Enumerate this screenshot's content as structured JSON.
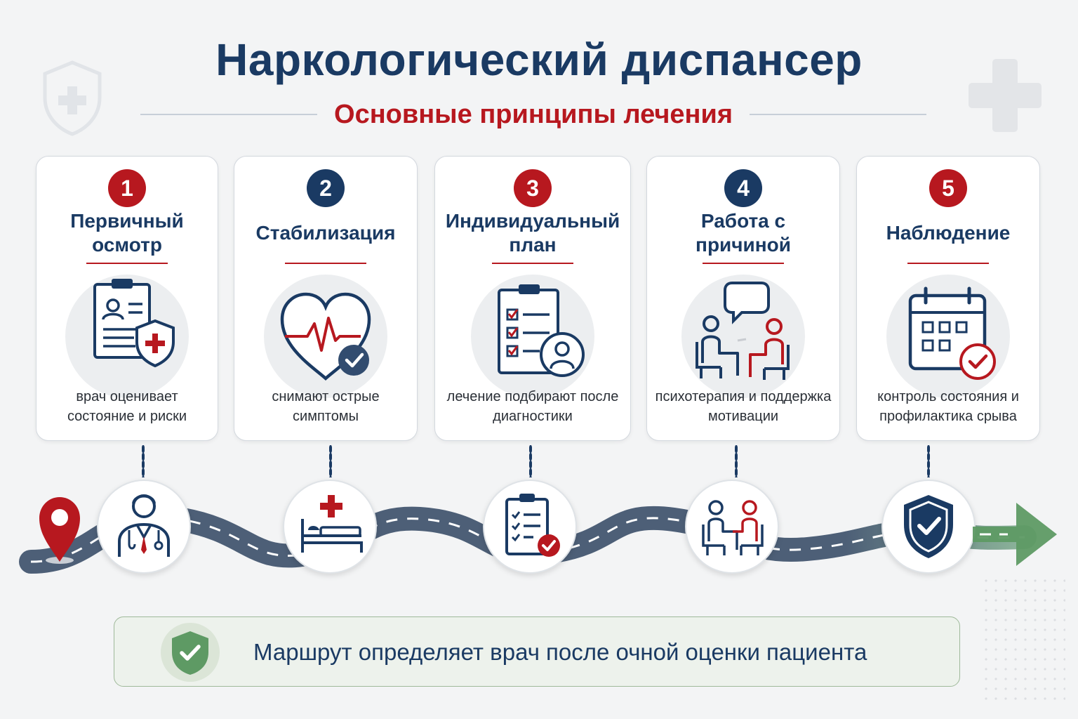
{
  "header": {
    "title": "Наркологический диспансер",
    "subtitle": "Основные принципы лечения"
  },
  "colors": {
    "navy": "#1a3a63",
    "red": "#b7181f",
    "green": "#5e9a64",
    "road": "#4d5f77",
    "background": "#f3f4f5"
  },
  "steps": [
    {
      "number": "1",
      "title": "Первичный осмотр",
      "description": "врач оценивает состояние и риски",
      "badge_color": "red",
      "card_icon": "clipboard-shield-icon",
      "route_icon": "doctor-icon"
    },
    {
      "number": "2",
      "title": "Стабилизация",
      "description": "снимают острые симптомы",
      "badge_color": "navy",
      "card_icon": "heart-pulse-check-icon",
      "route_icon": "hospital-bed-icon"
    },
    {
      "number": "3",
      "title": "Индивидуальный план",
      "description": "лечение подбирают после диагностики",
      "badge_color": "red",
      "card_icon": "checklist-person-icon",
      "route_icon": "clipboard-check-icon"
    },
    {
      "number": "4",
      "title": "Работа с причиной",
      "description": "психотерапия и поддержка мотивации",
      "badge_color": "navy",
      "card_icon": "therapy-session-icon",
      "route_icon": "conversation-icon"
    },
    {
      "number": "5",
      "title": "Наблюдение",
      "description": "контроль состояния и профилактика срыва",
      "badge_color": "red",
      "card_icon": "calendar-check-icon",
      "route_icon": "shield-check-icon"
    }
  ],
  "route": {
    "start_icon": "location-pin-icon",
    "end_icon": "arrow-right-icon"
  },
  "note": {
    "text": "Маршрут определяет врач после очной оценки пациента",
    "icon": "shield-check-icon"
  }
}
